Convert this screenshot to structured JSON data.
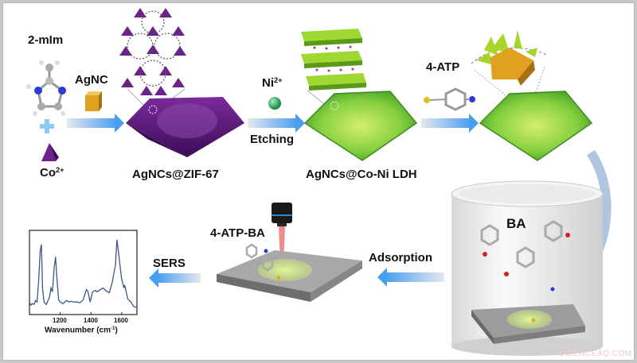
{
  "labels": {
    "precursor_linker": "2-mIm",
    "precursor_metal_base": "Co",
    "precursor_metal_charge": "2+",
    "seed": "AgNC",
    "step1_product": "AgNCs@ZIF-67",
    "etchant_base": "Ni",
    "etchant_charge": "2+",
    "step2_process": "Etching",
    "step2_product": "AgNCs@Co-Ni LDH",
    "probe_molecule": "4-ATP",
    "analyte": "BA",
    "adsorption_step": "Adsorption",
    "complex": "4-ATP-BA",
    "detection_step": "SERS"
  },
  "colors": {
    "zif_purple": "#5a1a78",
    "ldh_green": "#6cc23a",
    "silver_cube": "#e0a020",
    "arrow_blue": "#5aa8f0",
    "spectrum_line": "#3a5a8a"
  },
  "chart_data": {
    "type": "line",
    "title": "",
    "xlabel": "Wavenumber (cm-1)",
    "ylabel": "",
    "xticks": [
      1200,
      1400,
      1600
    ],
    "xlim": [
      1000,
      1700
    ],
    "grid": false,
    "series": [
      {
        "name": "SERS spectrum",
        "x": [
          1000,
          1010,
          1020,
          1030,
          1040,
          1050,
          1060,
          1070,
          1078,
          1085,
          1095,
          1110,
          1130,
          1140,
          1150,
          1160,
          1170,
          1178,
          1190,
          1200,
          1220,
          1240,
          1260,
          1270,
          1290,
          1310,
          1330,
          1350,
          1370,
          1380,
          1395,
          1410,
          1430,
          1440,
          1460,
          1480,
          1500,
          1520,
          1540,
          1560,
          1570,
          1580,
          1600,
          1615,
          1620,
          1640,
          1660,
          1680,
          1700
        ],
        "values": [
          12,
          8,
          10,
          9,
          14,
          12,
          40,
          78,
          86,
          30,
          12,
          9,
          18,
          30,
          25,
          55,
          70,
          45,
          15,
          12,
          10,
          14,
          12,
          13,
          12,
          12,
          11,
          15,
          28,
          26,
          12,
          25,
          27,
          25,
          28,
          30,
          26,
          24,
          38,
          60,
          92,
          75,
          42,
          30,
          34,
          16,
          12,
          6,
          5
        ]
      }
    ]
  },
  "watermark": "SCIENCEAQ.COM"
}
